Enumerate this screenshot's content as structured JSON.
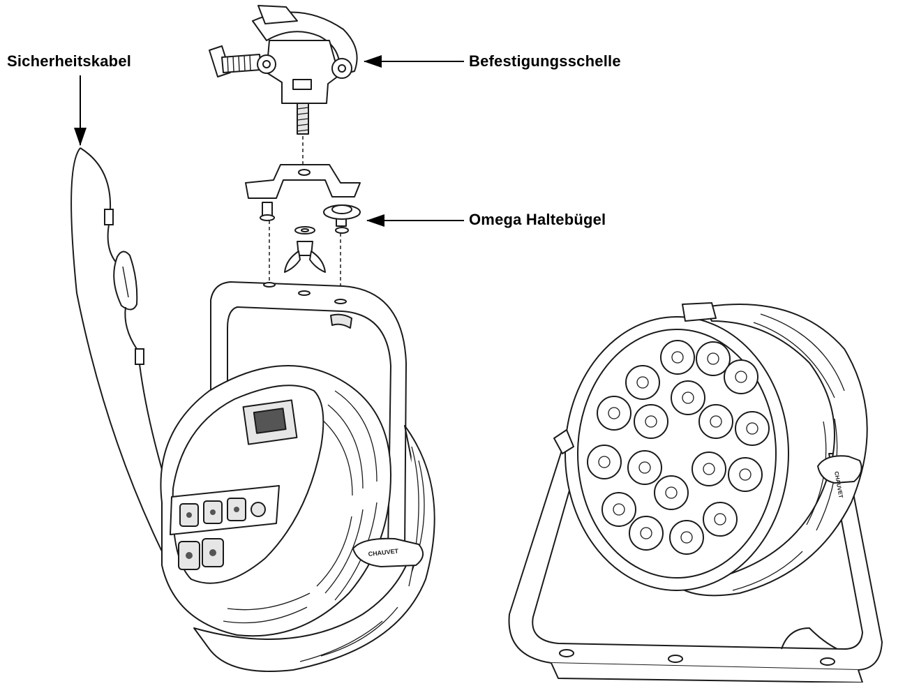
{
  "labels": {
    "safety_cable": "Sicherheitskabel",
    "mounting_clamp": "Befestigungsschelle",
    "omega_bracket": "Omega Haltebügel"
  },
  "fixture_brand": "CHAUVET",
  "colors": {
    "line": "#1a1a1a",
    "fill": "#ffffff",
    "shade": "#e6e6e6",
    "dark": "#555555"
  },
  "icons": {
    "clamp": "mounting-clamp-icon",
    "bracket": "omega-bracket-icon",
    "hanging_fixture": "hanging-par-fixture-icon",
    "standing_fixture": "standing-par-fixture-icon"
  }
}
